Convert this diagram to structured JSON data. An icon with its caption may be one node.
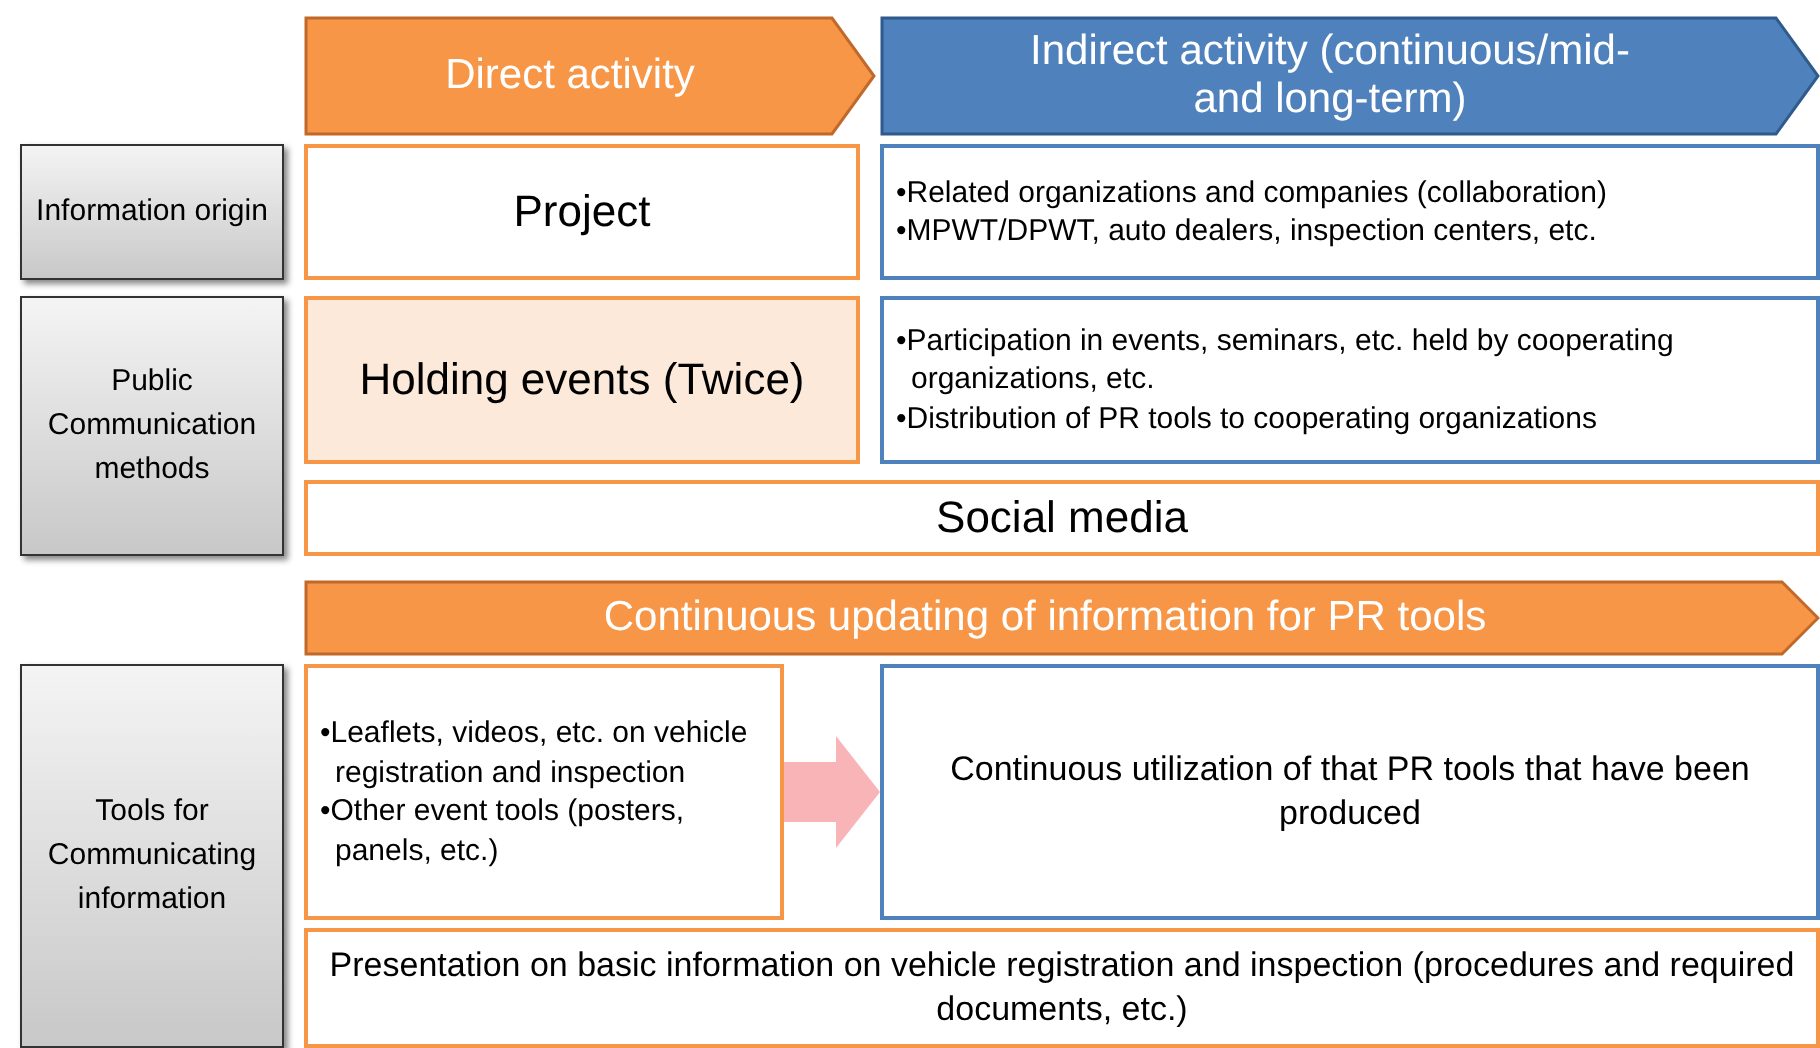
{
  "diagram": {
    "nodes": [
      {
        "text": [
          "Direct activity"
        ]
      },
      {
        "text": [
          "Indirect activity (continuous/mid- and long-term)"
        ]
      },
      {
        "text": [
          "Information origin"
        ]
      },
      {
        "text": [
          "Project"
        ]
      },
      {
        "text": [
          "•Related organizations and companies (collaboration)",
          "•MPWT/DPWT, auto dealers, inspection centers, etc."
        ]
      },
      {
        "text": [
          "Public Communication methods"
        ]
      },
      {
        "text": [
          "Holding events (Twice)"
        ]
      },
      {
        "text": [
          "•Participation in events, seminars, etc. held by cooperating organizations, etc.",
          "•Distribution of PR tools to cooperating organizations"
        ]
      },
      {
        "text": [
          "Social media"
        ]
      },
      {
        "text": [
          "Continuous updating of information for PR tools"
        ]
      },
      {
        "text": [
          "Tools for Communicating information"
        ]
      },
      {
        "text": [
          "•Leaflets, videos, etc. on vehicle registration and inspection",
          "•Other event tools (posters, panels, etc.)"
        ]
      },
      {
        "text": [
          "Continuous utilization of that PR tools that have been produced"
        ]
      },
      {
        "text": [
          "Presentation on basic information on vehicle registration and inspection (procedures and required documents, etc.)"
        ]
      }
    ],
    "edges": [
      {
        "from": 11,
        "to": 12,
        "arrow": "to",
        "style": "thick"
      }
    ]
  }
}
